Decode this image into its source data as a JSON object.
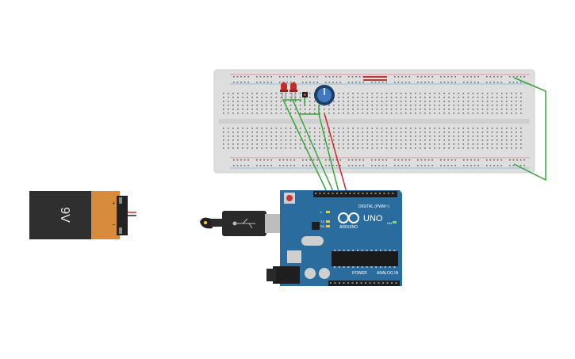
{
  "workspace": {
    "background": "#ffffff"
  },
  "battery": {
    "label": "9V",
    "plus": "+",
    "minus": "−",
    "body_color": "#333333",
    "cap_color": "#d68b3d"
  },
  "arduino": {
    "model": "UNO",
    "brand": "ARDUINO",
    "digital_header_label": "DIGITAL (PWM~)",
    "power_header_label": "POWER",
    "analog_header_label": "ANALOG IN",
    "tx_label": "TX",
    "rx_label": "RX",
    "l_label": "L",
    "on_label": "ON",
    "board_color": "#2a6c9e"
  },
  "usb_cable": {
    "icon": "usb-plug-icon"
  },
  "breadboard": {
    "color": "#dcdcdc"
  },
  "components": {
    "leds": [
      {
        "color": "#d0322d"
      },
      {
        "color": "#d0322d"
      }
    ],
    "potentiometer": {
      "icon": "potentiometer-icon",
      "color": "#2c5f95"
    },
    "resistor": {
      "color": "#b33a3a"
    }
  },
  "wire_colors": {
    "green": "#3aa53a",
    "red": "#d02a2a"
  }
}
